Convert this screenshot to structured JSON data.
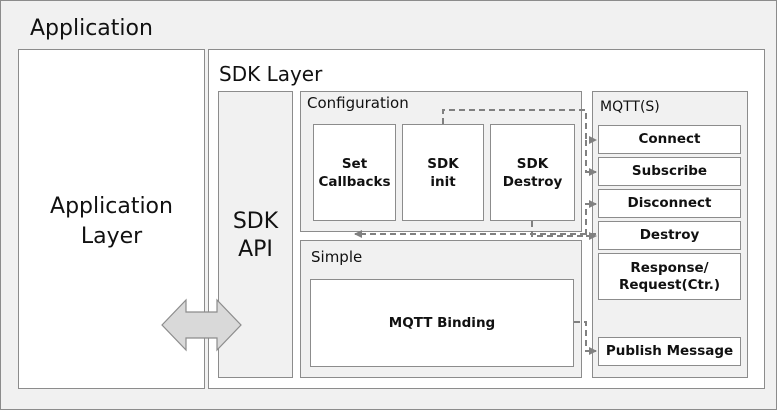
{
  "application": {
    "title": "Application"
  },
  "app_layer": {
    "label": "Application\nLayer"
  },
  "sdk_layer": {
    "title": "SDK Layer",
    "api_label": "SDK\nAPI",
    "configuration": {
      "title": "Configuration",
      "items": [
        "Set\nCallbacks",
        "SDK\ninit",
        "SDK\nDestroy"
      ]
    },
    "simple": {
      "title": "Simple",
      "binding_label": "MQTT Binding"
    }
  },
  "mqtt": {
    "title": "MQTT(S)",
    "items": [
      "Connect",
      "Subscribe",
      "Disconnect",
      "Destroy",
      "Response/\nRequest(Ctr.)",
      "Publish Message"
    ]
  },
  "colors": {
    "border": "#8c8c8c",
    "panel": "#f1f1f1",
    "arrow": "#808080",
    "double_arrow_fill": "#d9d9d9"
  }
}
